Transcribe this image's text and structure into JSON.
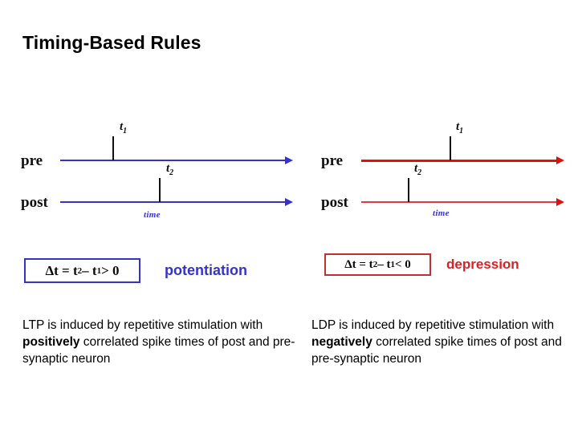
{
  "slide": {
    "title": "Timing-Based Rules",
    "background_color": "#ffffff"
  },
  "colors": {
    "potentiation_blue": "#3333CC",
    "depression_red": "#DD1111",
    "text_black": "#000000"
  },
  "panels": {
    "left": {
      "accent_color": "#3333CC",
      "pre_label": "pre",
      "post_label": "post",
      "time_label": "time",
      "spike_t1_label": "t",
      "spike_t1_sub": "1",
      "spike_t2_label": "t",
      "spike_t2_sub": "2",
      "formula_prefix": "Δt = t",
      "formula_sub1": "2",
      "formula_mid": " – t",
      "formula_sub2": "1",
      "formula_suffix": " > 0",
      "outcome": "potentiation",
      "caption_part1": "LTP is induced by repetitive stimulation with ",
      "caption_bold": "positively",
      "caption_part2": " correlated spike times of post and pre-synaptic neuron"
    },
    "right": {
      "accent_color": "#DD1111",
      "pre_label": "pre",
      "post_label": "post",
      "time_label": "time",
      "spike_t1_label": "t",
      "spike_t1_sub": "1",
      "spike_t2_label": "t",
      "spike_t2_sub": "2",
      "formula_prefix": "Δt = t",
      "formula_sub1": "2",
      "formula_mid": " – t",
      "formula_sub2": "1",
      "formula_suffix": " < 0",
      "outcome": "depression",
      "caption_part1": "LDP is induced by repetitive stimulation with ",
      "caption_bold": "negatively",
      "caption_part2": " correlated spike times of post and pre-synaptic neuron"
    }
  },
  "chart_data": {
    "type": "timeline-diagram",
    "title": "Timing-Based Rules",
    "description": "Two spike-timing-dependent plasticity timing diagrams comparing pre- and post-synaptic spike order.",
    "panels": [
      {
        "name": "potentiation",
        "color": "#3333CC",
        "axes": [
          "pre",
          "post"
        ],
        "xlabel": "time",
        "events": [
          {
            "label": "t1",
            "axis": "pre",
            "relative_position": 0.23
          },
          {
            "label": "t2",
            "axis": "post",
            "relative_position": 0.43
          }
        ],
        "relation": "Δt = t2 – t1 > 0",
        "outcome": "potentiation"
      },
      {
        "name": "depression",
        "color": "#DD1111",
        "axes": [
          "pre",
          "post"
        ],
        "xlabel": "time",
        "events": [
          {
            "label": "t1",
            "axis": "pre",
            "relative_position": 0.44
          },
          {
            "label": "t2",
            "axis": "post",
            "relative_position": 0.23
          }
        ],
        "relation": "Δt = t2 – t1 < 0",
        "outcome": "depression"
      }
    ]
  }
}
